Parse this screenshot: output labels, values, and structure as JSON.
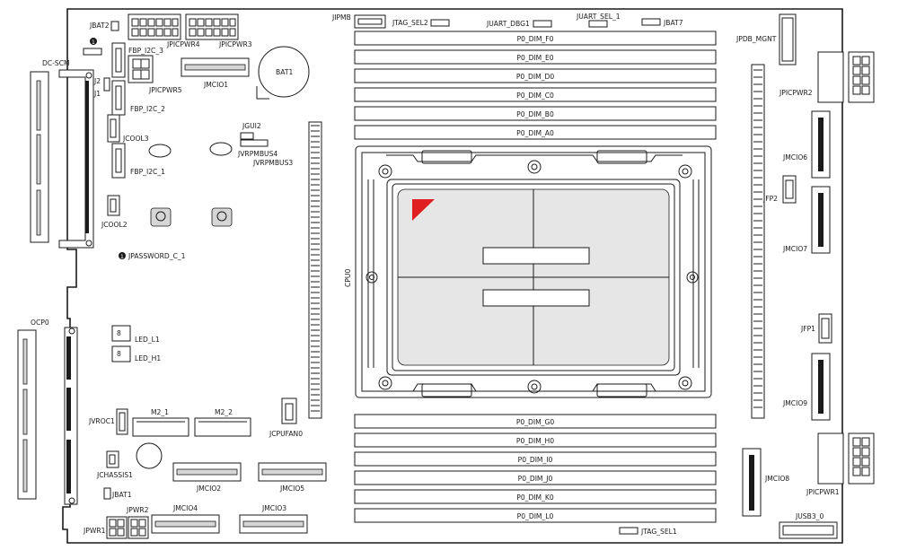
{
  "board": {
    "cpu_label": "CPU0",
    "marker": "1",
    "dimms_top": [
      "P0_DIM_F0",
      "P0_DIM_E0",
      "P0_DIM_D0",
      "P0_DIM_C0",
      "P0_DIM_B0",
      "P0_DIM_A0"
    ],
    "dimms_bottom": [
      "P0_DIM_G0",
      "P0_DIM_H0",
      "P0_DIM_I0",
      "P0_DIM_J0",
      "P0_DIM_K0",
      "P0_DIM_L0"
    ],
    "labels": {
      "jbat2": "JBAT2",
      "jpicpwr4": "JPICPWR4",
      "jpicpwr3": "JPICPWR3",
      "jipmb": "JIPMB",
      "jtag_sel2": "JTAG_SEL2",
      "juart_dbg1": "JUART_DBG1",
      "juart_sel_1": "JUART_SEL_1",
      "jbat7": "JBAT7",
      "jpdb_mgnt": "JPDB_MGNT",
      "dc_scm": "DC-SCM",
      "fbp_i2c_3": "FBP_I2C_3",
      "bat1": "BAT1",
      "jmcio1": "JMCIO1",
      "jpicpwr5": "JPICPWR5",
      "j2": "J2",
      "j1": "J1",
      "fbp_i2c_2": "FBP_I2C_2",
      "jpicpwr2": "JPICPWR2",
      "jgui2": "JGUI2",
      "jcool3": "JCOOL3",
      "jvrpmbus4": "JVRPMBUS4",
      "jvrpmbus3": "JVRPMBUS3",
      "fbp_i2c_1": "FBP_I2C_1",
      "jmcio6": "JMCIO6",
      "jfp2": "JFP2",
      "jcool2": "JCOOL2",
      "jmcio7": "JMCIO7",
      "jpassword_c_1": "JPASSWORD_C_1",
      "ocp0": "OCP0",
      "jfp1": "JFP1",
      "led_l1": "LED_L1",
      "led_h1": "LED_H1",
      "jmcio9": "JMCIO9",
      "m2_1": "M2_1",
      "m2_2": "M2_2",
      "jvroc1": "JVROC1",
      "jcpufan0": "JCPUFAN0",
      "jchassis1": "JCHASSIS1",
      "jmcio2": "JMCIO2",
      "jmcio5": "JMCIO5",
      "jmcio8": "JMCIO8",
      "jpicpwr1": "JPICPWR1",
      "jbat1": "JBAT1",
      "jpwr2": "JPWR2",
      "jmcio4": "JMCIO4",
      "jmcio3": "JMCIO3",
      "jpwr1": "JPWR1",
      "jusb3_0": "JUSB3_0",
      "jtag_sel1": "JTAG_SEL1"
    },
    "colors": {
      "accent": "#e02020",
      "line": "#1a1a1a",
      "fill_gray": "#d6d6d6"
    }
  }
}
